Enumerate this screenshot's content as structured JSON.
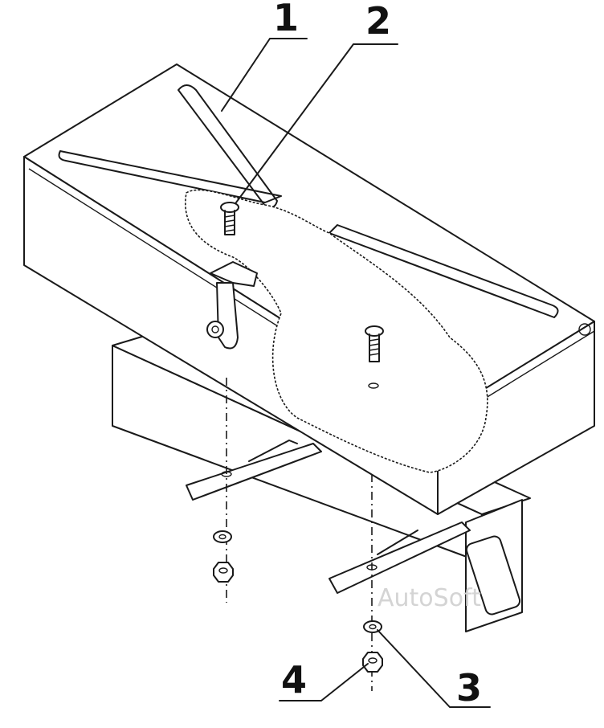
{
  "callouts": [
    {
      "id": "1",
      "label": "1"
    },
    {
      "id": "2",
      "label": "2"
    },
    {
      "id": "3",
      "label": "3"
    },
    {
      "id": "4",
      "label": "4"
    }
  ],
  "watermark": "AutoSoft",
  "colors": {
    "line": "#1a1a1a",
    "paper": "#ffffff",
    "watermark": "#d4d4d4"
  }
}
